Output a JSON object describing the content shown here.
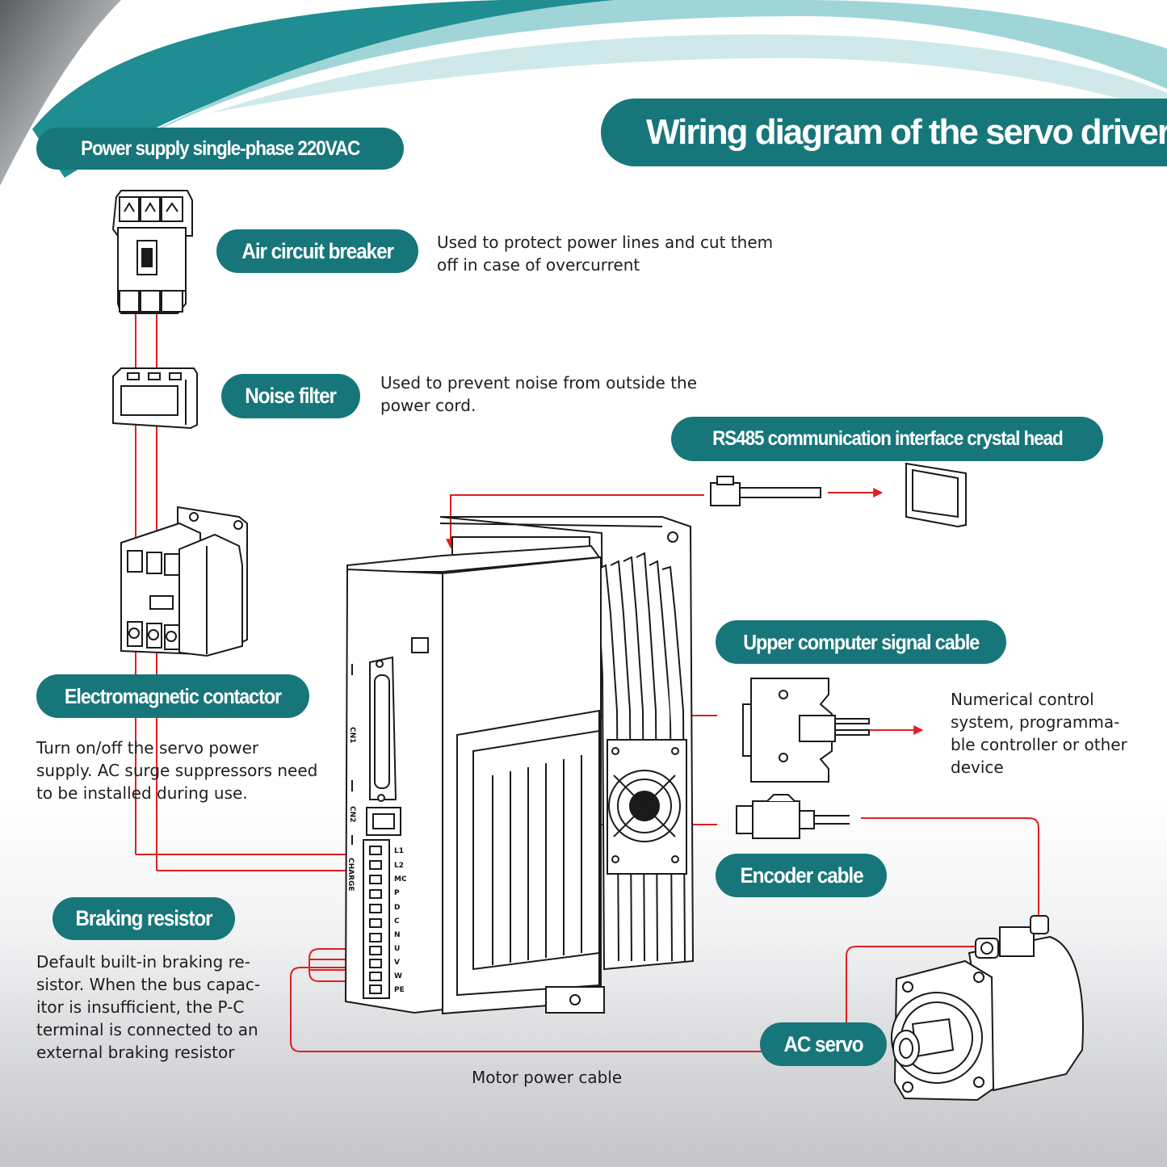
{
  "title": "Wiring diagram of the servo driver",
  "labels": {
    "power_supply": "Power supply single-phase 220VAC",
    "air_circuit_breaker": "Air circuit breaker",
    "noise_filter": "Noise filter",
    "rs485": "RS485 communication interface crystal head",
    "upper_computer": "Upper computer signal cable",
    "electromagnetic_contactor": "Electromagnetic contactor",
    "encoder_cable": "Encoder cable",
    "braking_resistor": "Braking resistor",
    "ac_servo": "AC servo"
  },
  "descriptions": {
    "air_circuit_breaker": "Used to protect power lines and cut them\noff in case of overcurrent",
    "noise_filter": "Used to prevent noise from outside the\npower cord.",
    "upper_computer": "Numerical control\nsystem, programma-\nble controller or other\ndevice",
    "electromagnetic_contactor": "Turn on/off the servo power\nsupply. AC surge suppressors need\nto be installed during use.",
    "braking_resistor": "Default built-in braking re-\nsistor. When the bus capac-\nitor is insufficient, the P-C\nterminal is connected to an\nexternal braking resistor",
    "motor_power_cable": "Motor power cable"
  },
  "driver_terminals": [
    "L1",
    "L2",
    "MC",
    "P",
    "D",
    "C",
    "N",
    "U",
    "V",
    "W",
    "PE"
  ],
  "driver_connectors": {
    "cn1": "CN1",
    "cn2": "CN2",
    "charge": "CHARGE"
  },
  "colors": {
    "accent": "#17767a",
    "wire": "#e02020",
    "outline": "#1a1a1a"
  }
}
